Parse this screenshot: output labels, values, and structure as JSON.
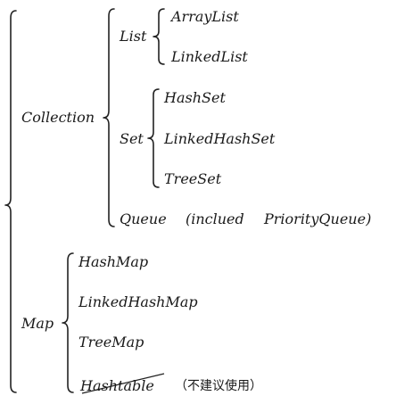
{
  "root": {
    "groups": [
      {
        "label": "Collection",
        "children": [
          {
            "label": "List",
            "items": [
              "ArrayList",
              "LinkedList"
            ]
          },
          {
            "label": "Set",
            "items": [
              "HashSet",
              "LinkedHashSet",
              "TreeSet"
            ]
          },
          {
            "label": "Queue",
            "note_open": "(inclued",
            "note_item": "PriorityQueue)"
          }
        ]
      },
      {
        "label": "Map",
        "items": [
          "HashMap",
          "LinkedHashMap",
          "TreeMap",
          "Hashtable"
        ],
        "deprecated_item": "Hashtable",
        "deprecated_note": "（不建议使用）"
      }
    ]
  }
}
